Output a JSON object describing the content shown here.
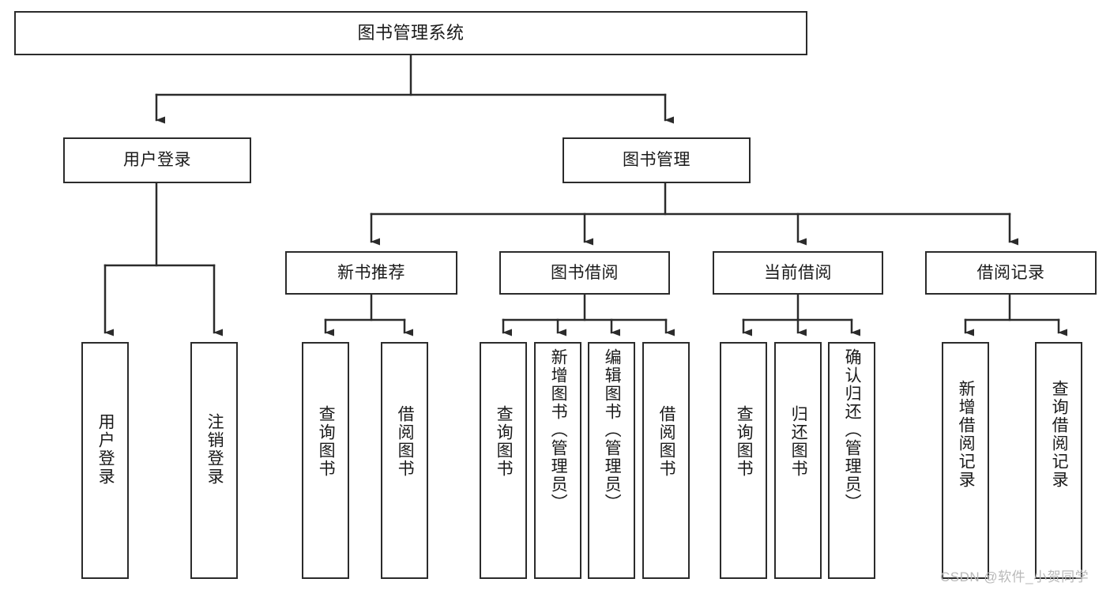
{
  "diagram": {
    "title": "图书管理系统",
    "type": "tree",
    "colors": {
      "box_border": "#2b2b2b",
      "box_fill": "#ffffff",
      "connector": "#2b2b2b",
      "text": "#1a1a1a",
      "watermark": "#b9b9b9",
      "background": "#ffffff"
    },
    "watermark": "CSDN @软件_小贺同学",
    "nodes": {
      "root": {
        "label": "图书管理系统"
      },
      "level2": [
        {
          "label": "用户登录"
        },
        {
          "label": "图书管理"
        }
      ],
      "level3": [
        {
          "label": "新书推荐"
        },
        {
          "label": "图书借阅"
        },
        {
          "label": "当前借阅"
        },
        {
          "label": "借阅记录"
        }
      ],
      "leaves": {
        "user_login": [
          {
            "label": "用户登录"
          },
          {
            "label": "注销登录"
          }
        ],
        "new_book": [
          {
            "label": "查询图书"
          },
          {
            "label": "借阅图书"
          }
        ],
        "book_borrow": [
          {
            "label": "查询图书"
          },
          {
            "label": "新增图书（管理员）"
          },
          {
            "label": "编辑图书（管理员）"
          },
          {
            "label": "借阅图书"
          }
        ],
        "current_borrow": [
          {
            "label": "查询图书"
          },
          {
            "label": "归还图书"
          },
          {
            "label": "确认归还（管理员）"
          }
        ],
        "borrow_record": [
          {
            "label": "新增借阅记录"
          },
          {
            "label": "查询借阅记录"
          }
        ]
      }
    }
  }
}
